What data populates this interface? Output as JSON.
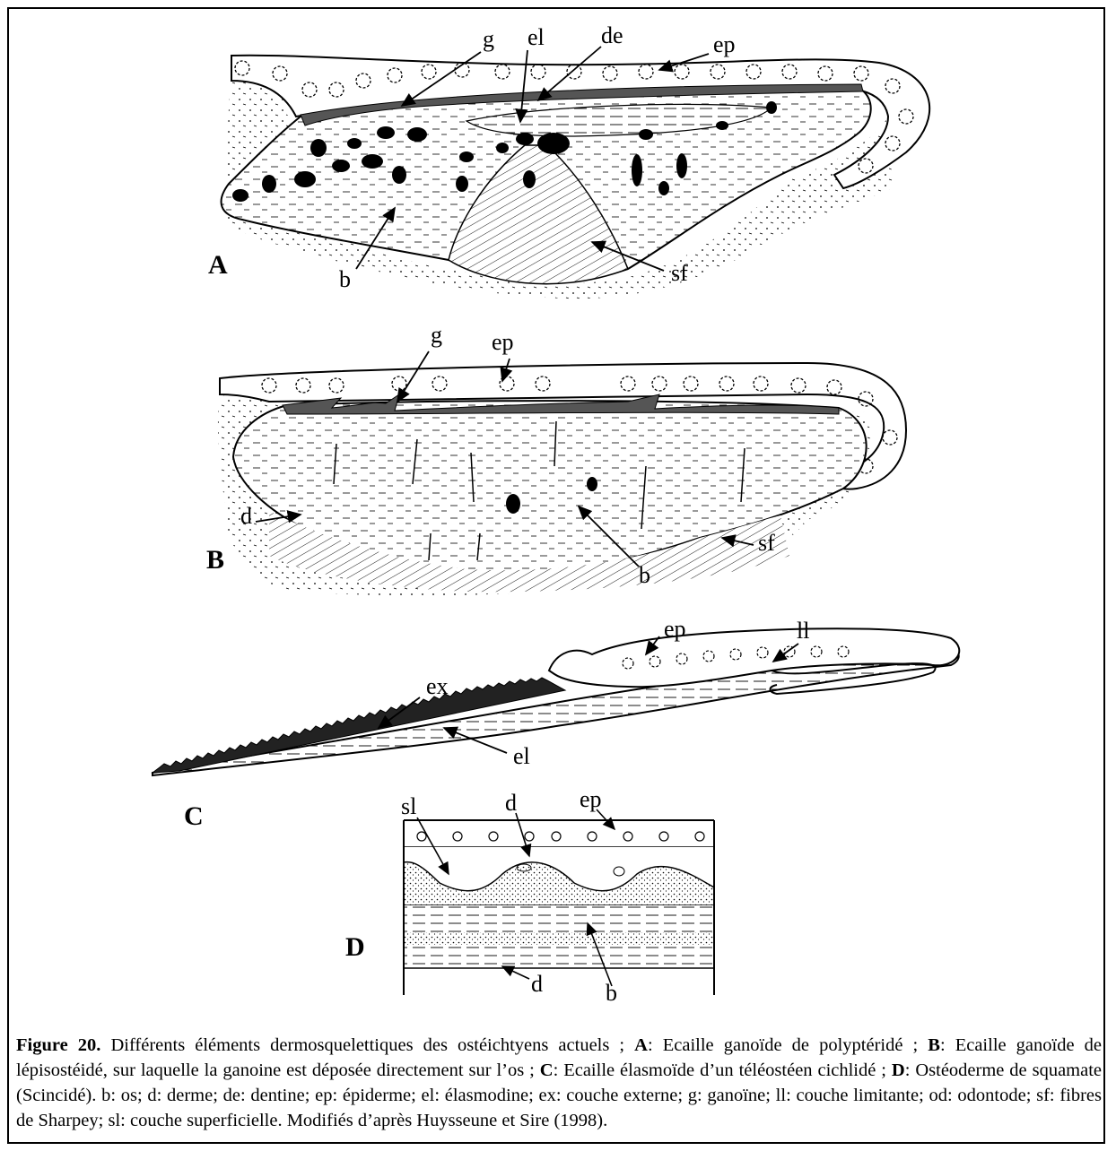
{
  "figure": {
    "panels": {
      "A": {
        "letter": "A",
        "labels": {
          "g": "g",
          "el": "el",
          "de": "de",
          "ep": "ep",
          "b": "b",
          "sf": "sf"
        }
      },
      "B": {
        "letter": "B",
        "labels": {
          "g": "g",
          "ep": "ep",
          "d": "d",
          "sf": "sf",
          "b": "b"
        }
      },
      "C": {
        "letter": "C",
        "labels": {
          "ep": "ep",
          "ll": "ll",
          "ex": "ex",
          "el": "el"
        }
      },
      "D": {
        "letter": "D",
        "labels": {
          "sl": "sl",
          "d_top": "d",
          "ep": "ep",
          "d_bottom": "d",
          "b": "b"
        }
      }
    }
  },
  "caption": {
    "title": "Figure 20.",
    "intro": " Différents éléments dermosquelettiques des ostéichtyens actuels ; ",
    "a_key": "A",
    "a_text": ": Ecaille ganoïde de polyptéridé ; ",
    "b_key": "B",
    "b_text": ": Ecaille ganoïde de lépisostéidé, sur laquelle la ganoine est déposée directement sur l’os ; ",
    "c_key": "C",
    "c_text": ": Ecaille élasmoïde d’un téléostéen cichlidé ; ",
    "d_key": "D",
    "d_text": ": Ostéoderme de squamate (Scincidé). b: os; d: derme; de: dentine; ep: épiderme; el: élasmodine; ex: couche externe; g: ganoïne; ll: couche limitante; od: odontode; sf: fibres de Sharpey; sl: couche superficielle. Modifiés d’après Huysseune et Sire (1998)."
  }
}
